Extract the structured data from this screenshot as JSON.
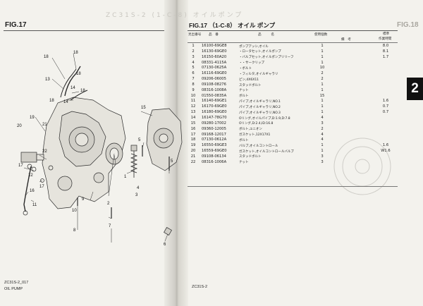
{
  "left_page": {
    "figure_label": "FIG.17",
    "footer_code": "ZC31S-2_017",
    "footer_name": "OIL PUMP",
    "callouts": [
      "18",
      "18",
      "13",
      "14",
      "14",
      "18",
      "18",
      "18",
      "15",
      "19",
      "21",
      "20",
      "22",
      "17",
      "17",
      "2",
      "1",
      "5",
      "3",
      "4",
      "9",
      "16",
      "11",
      "8",
      "12",
      "10",
      "6",
      "7",
      "5"
    ]
  },
  "right_page": {
    "figure_title": "FIG.17 （1-C-8） オイル ポンプ",
    "bleed_text": "ZC31S-2 (1-C-8) オイルポンプ",
    "figure_peek": "FIG.18",
    "section_tab": "2",
    "footer_center": "ZC31S-2",
    "table": {
      "headers": {
        "ref": "見出番号",
        "part_no": "品　番",
        "name": "品　　　名",
        "qty": "使用個数",
        "remarks": "備　考",
        "time_top": "標準",
        "time_bottom": "作業時間"
      },
      "rows": [
        {
          "ref": "1",
          "part_no": "16100-69GE8",
          "name": "ポンプアッシ,オイル",
          "qty": "1",
          "time": "8.0"
        },
        {
          "ref": "2",
          "part_no": "16130-69GE0",
          "name": "・ロータセット,オイルポンプ",
          "qty": "1",
          "time": "8.1"
        },
        {
          "ref": "3",
          "part_no": "16150-60A20",
          "name": "・バルブセット,オイルポンプリリーフ",
          "qty": "1",
          "time": "1.7"
        },
        {
          "ref": "4",
          "part_no": "08331-4115A",
          "name": "・・サークリップ",
          "qty": "1",
          "time": ""
        },
        {
          "ref": "5",
          "part_no": "07130-0625A",
          "name": "・ボルト",
          "qty": "10",
          "time": ""
        },
        {
          "ref": "6",
          "part_no": "16116-69GE0",
          "name": "・フィルタ,オイルギャラリ",
          "qty": "2",
          "time": ""
        },
        {
          "ref": "7",
          "part_no": "09206-06005",
          "name": "ピン,4X6X11",
          "qty": "2",
          "time": ""
        },
        {
          "ref": "8",
          "part_no": "09108-08276",
          "name": "スタッドボルト",
          "qty": "1",
          "time": ""
        },
        {
          "ref": "9",
          "part_no": "08316-1008A",
          "name": "ナット",
          "qty": "1",
          "time": ""
        },
        {
          "ref": "10",
          "part_no": "01550-0835A",
          "name": "ボルト",
          "qty": "15",
          "time": ""
        },
        {
          "ref": "11",
          "part_no": "16140-69GE1",
          "name": "パイプ,オイルギャラリ,NO.1",
          "qty": "1",
          "time": "1.6"
        },
        {
          "ref": "12",
          "part_no": "16170-69GE0",
          "name": "パイプ,オイルギャラリ,NO.2",
          "qty": "1",
          "time": "0.7"
        },
        {
          "ref": "13",
          "part_no": "16180-69GE0",
          "name": "パイプ,オイルギャラリ,NO.3",
          "qty": "1",
          "time": "0.7"
        },
        {
          "ref": "14",
          "part_no": "16147-78G70",
          "name": "Oリング,オイルパイプ,D:1.9,D:7.8",
          "qty": "4",
          "time": ""
        },
        {
          "ref": "15",
          "part_no": "09280-17002",
          "name": "Oリング,D:2.4,ID:16.8",
          "qty": "3",
          "time": ""
        },
        {
          "ref": "16",
          "part_no": "09360-12005",
          "name": "ボルト,ユニオン",
          "qty": "2",
          "time": ""
        },
        {
          "ref": "17",
          "part_no": "09168-12017",
          "name": "ガスケット,12X17X1",
          "qty": "4",
          "time": ""
        },
        {
          "ref": "18",
          "part_no": "07130-0612A",
          "name": "ボルト",
          "qty": "4",
          "time": ""
        },
        {
          "ref": "19",
          "part_no": "16550-69GE3",
          "name": "バルブ,オイルコントロール",
          "qty": "1",
          "time": "1.6"
        },
        {
          "ref": "20",
          "part_no": "16559-69GE0",
          "name": "ガスケット,オイルコントロールバルブ",
          "qty": "1",
          "time": "W1.6"
        },
        {
          "ref": "21",
          "part_no": "09108-06134",
          "name": "スタッドボルト",
          "qty": "3",
          "time": ""
        },
        {
          "ref": "22",
          "part_no": "08316-1006A",
          "name": "ナット",
          "qty": "3",
          "time": ""
        }
      ]
    }
  }
}
